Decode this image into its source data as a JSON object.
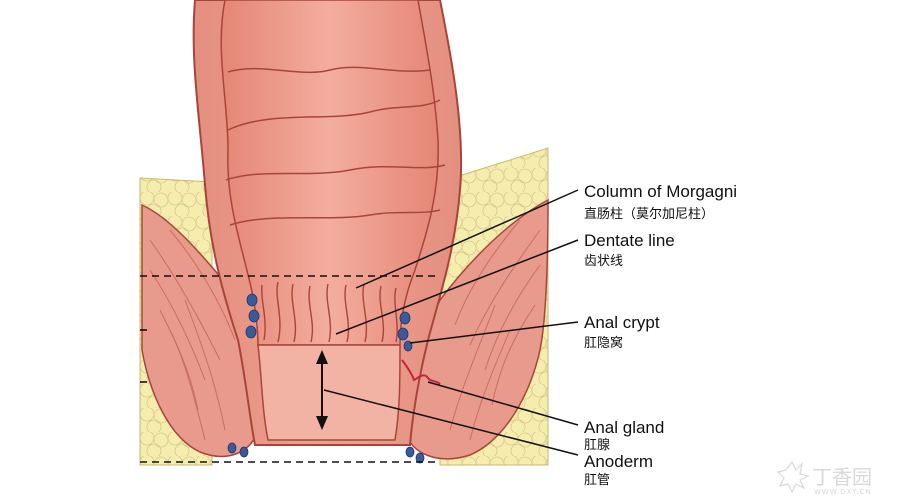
{
  "labels": [
    {
      "id": "column-of-morgagni",
      "en": "Column of Morgagni",
      "zh": "直肠柱（莫尔加尼柱）"
    },
    {
      "id": "dentate-line",
      "en": "Dentate line",
      "zh": "齿状线"
    },
    {
      "id": "anal-crypt",
      "en": "Anal crypt",
      "zh": "肛隐窝"
    },
    {
      "id": "anal-gland",
      "en": "Anal gland",
      "zh": "肛腺"
    },
    {
      "id": "anoderm",
      "en": "Anoderm",
      "zh": "肛管"
    }
  ],
  "watermark": {
    "text": "丁香园",
    "sub": "WWW.DXY.CN"
  },
  "colors": {
    "fat": "#f5edae",
    "fat_outline": "#c9b86a",
    "muscle": "#e89a8c",
    "mucosa": "#e07868",
    "lumen": "#f2b3a4",
    "outline": "#a8453a",
    "vessel": "#3b5a9a",
    "gland": "#c2273a"
  }
}
